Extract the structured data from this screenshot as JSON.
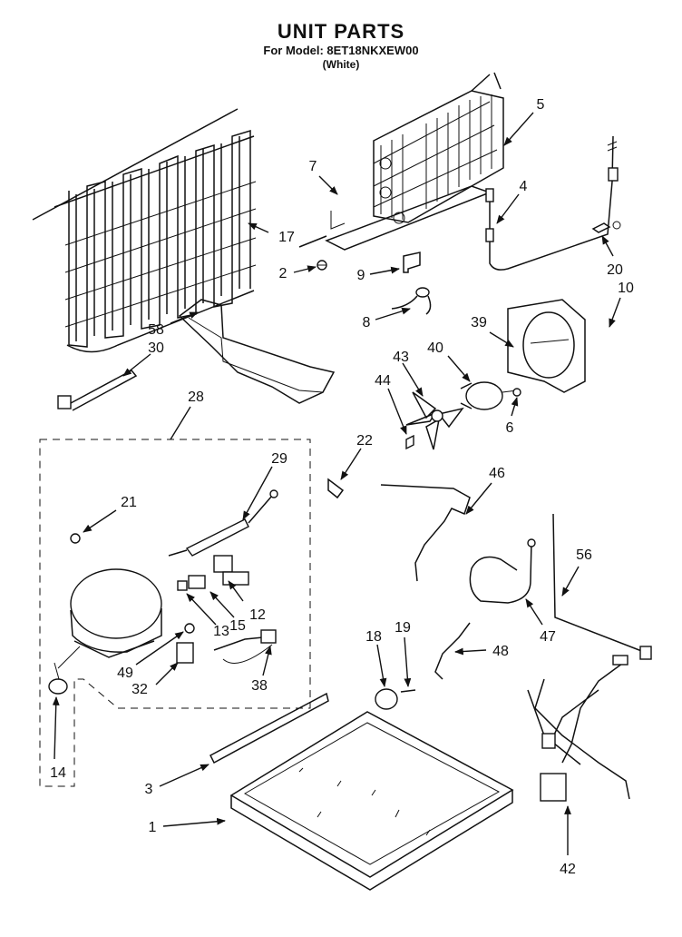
{
  "header": {
    "title": "UNIT PARTS",
    "model_line": "For Model: 8ET18NKXEW00",
    "variant": "(White)"
  },
  "callouts": [
    "1",
    "2",
    "3",
    "4",
    "5",
    "6",
    "7",
    "8",
    "9",
    "10",
    "12",
    "13",
    "14",
    "15",
    "17",
    "18",
    "19",
    "20",
    "21",
    "22",
    "28",
    "29",
    "30",
    "32",
    "38",
    "39",
    "40",
    "42",
    "43",
    "44",
    "46",
    "47",
    "48",
    "49",
    "56",
    "58"
  ]
}
